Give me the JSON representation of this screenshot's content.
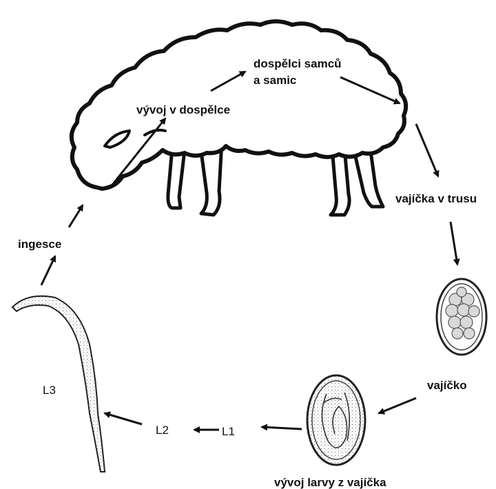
{
  "labels": {
    "adults": "dospělci samců",
    "adults_line2": "a samic",
    "development_adult": "vývoj v dospělce",
    "eggs_in_feces": "vajíčka v trusu",
    "egg": "vajíčko",
    "larva_development": "vývoj larvy z vajíčka",
    "ingestion": "ingesce",
    "l1": "L1",
    "l2": "L2",
    "l3": "L3"
  },
  "icons": {
    "sheep": "sheep-icon",
    "egg": "egg-icon",
    "embryonated_egg": "embryonated-egg-icon",
    "larva": "larva-icon"
  },
  "colors": {
    "ink": "#111111",
    "background": "#ffffff"
  }
}
